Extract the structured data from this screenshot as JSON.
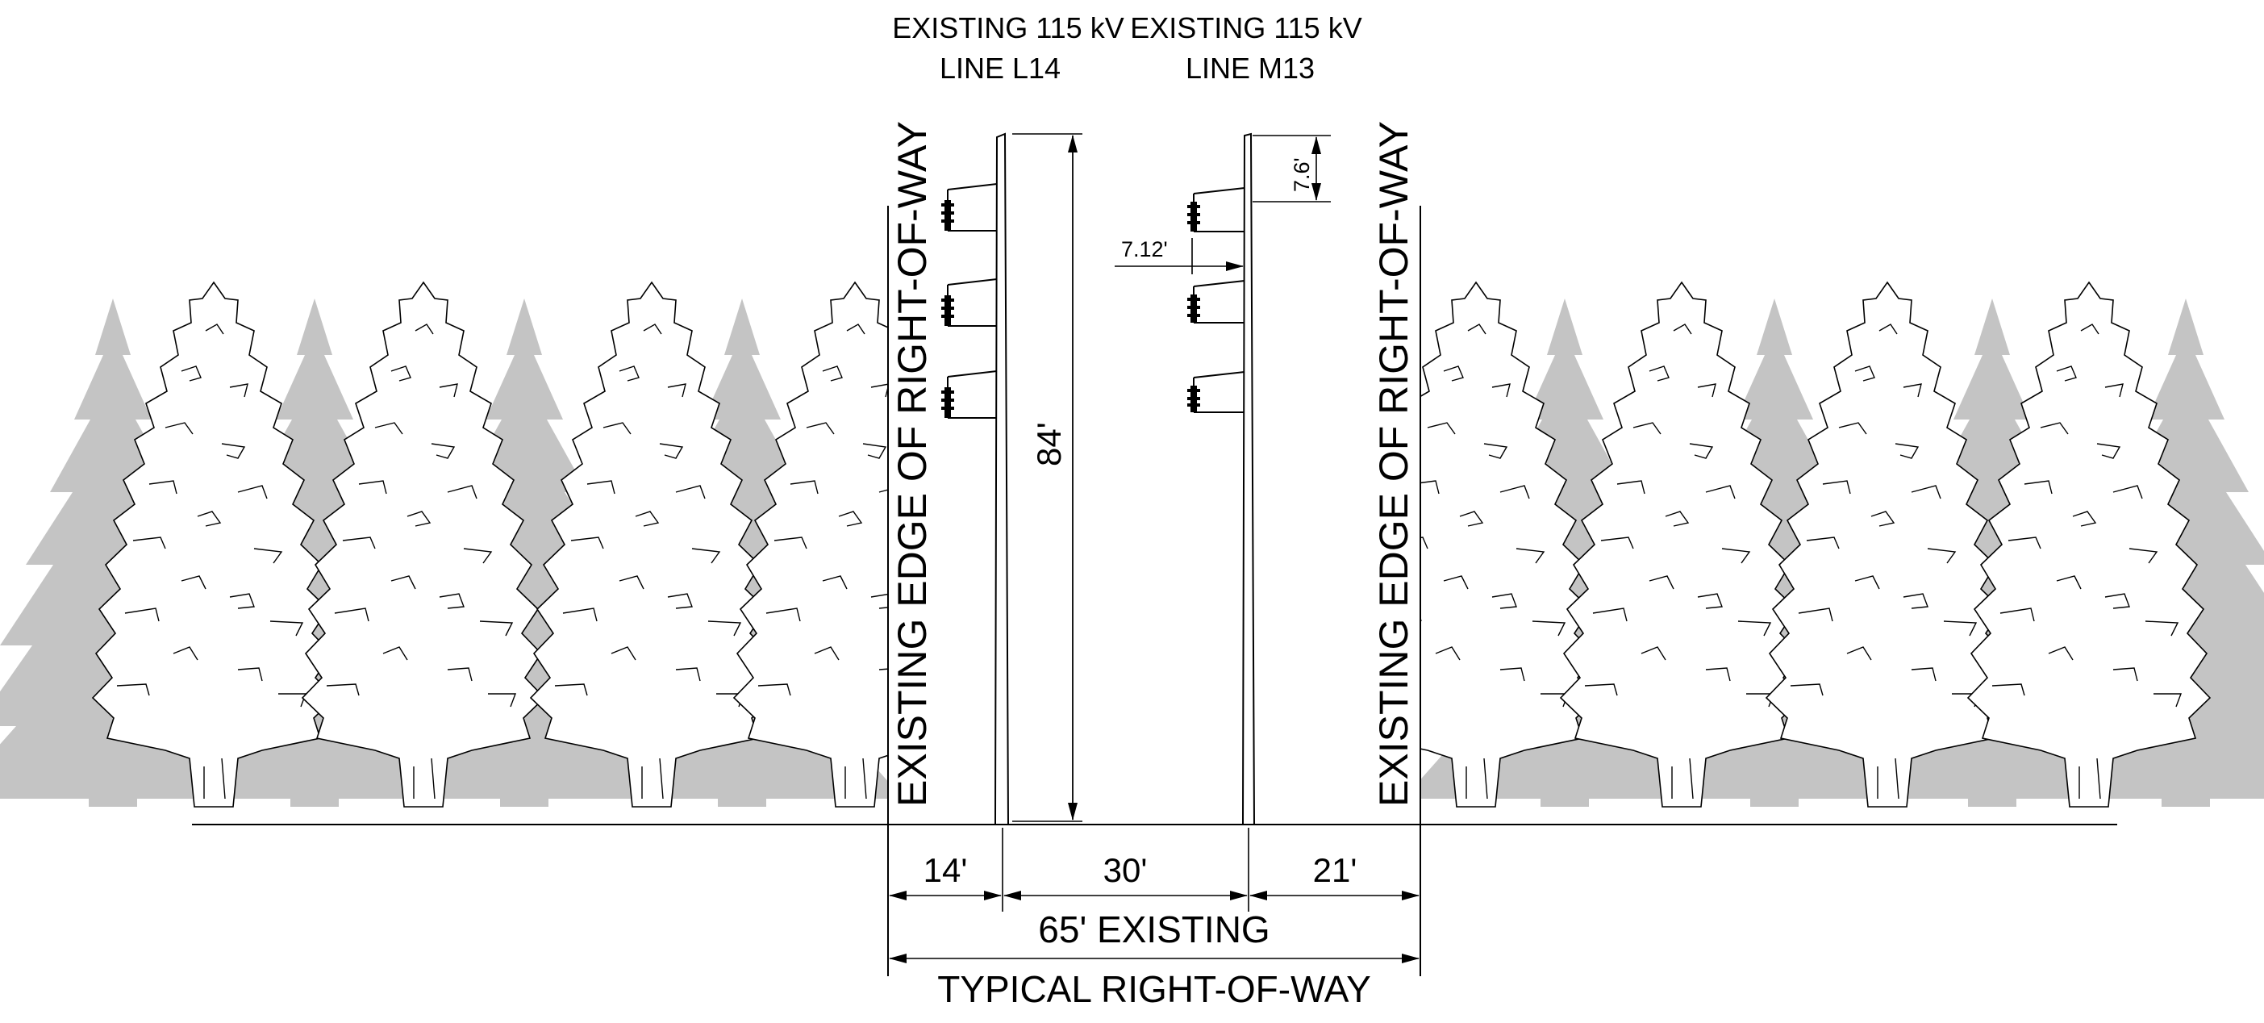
{
  "lines": [
    {
      "label_line1": "EXISTING 115 kV",
      "label_line2": "LINE L14"
    },
    {
      "label_line1": "EXISTING 115 kV",
      "label_line2": "LINE M13"
    }
  ],
  "row_edge_left_label": "EXISTING EDGE OF RIGHT-OF-WAY",
  "row_edge_right_label": "EXISTING EDGE OF RIGHT-OF-WAY",
  "dimensions": {
    "pole_height": "84'",
    "top_davit_offset": "7.6'",
    "crossarm_offset": "7.12'",
    "seg_left": "14'",
    "seg_middle": "30'",
    "seg_right": "21'",
    "existing_width": "65' EXISTING",
    "typical_row": "TYPICAL RIGHT-OF-WAY"
  },
  "colors": {
    "background_trees": "#c4c4c4",
    "ink": "#000000"
  }
}
